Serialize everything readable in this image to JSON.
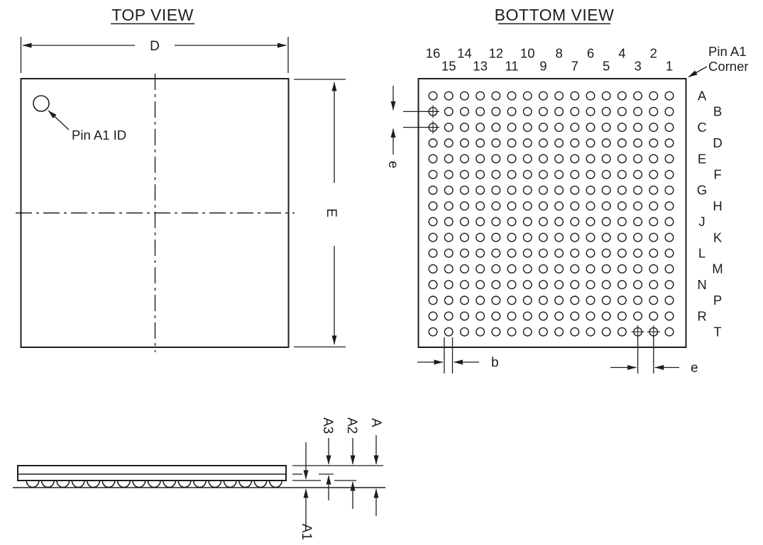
{
  "colors": {
    "line": "#1d1d1d",
    "background": "#ffffff"
  },
  "top_view": {
    "title": "TOP VIEW",
    "dim_width_label": "D",
    "dim_height_label": "E",
    "pin_a1_id_label": "Pin A1 ID"
  },
  "bottom_view": {
    "title": "BOTTOM VIEW",
    "pin_a1_corner_label_line1": "Pin A1",
    "pin_a1_corner_label_line2": "Corner",
    "column_labels": [
      "16",
      "15",
      "14",
      "13",
      "12",
      "11",
      "10",
      "9",
      "8",
      "7",
      "6",
      "5",
      "4",
      "3",
      "2",
      "1"
    ],
    "row_labels": [
      "A",
      "B",
      "C",
      "D",
      "E",
      "F",
      "G",
      "H",
      "J",
      "K",
      "L",
      "M",
      "N",
      "P",
      "R",
      "T"
    ],
    "grid": {
      "columns": 16,
      "rows": 16,
      "crosshair_balls": [
        {
          "row": "B",
          "col": 16
        },
        {
          "row": "C",
          "col": 16
        },
        {
          "row": "T",
          "col": 3
        },
        {
          "row": "T",
          "col": 2
        }
      ]
    },
    "dim_pitch_vertical_label": "e",
    "dim_ball_diameter_label": "b",
    "dim_pitch_horizontal_label": "e"
  },
  "side_view": {
    "dim_overall_height_label": "A",
    "dim_standoff_label": "A1",
    "dim_body_thickness_label": "A2",
    "dim_lid_thickness_label": "A3"
  }
}
